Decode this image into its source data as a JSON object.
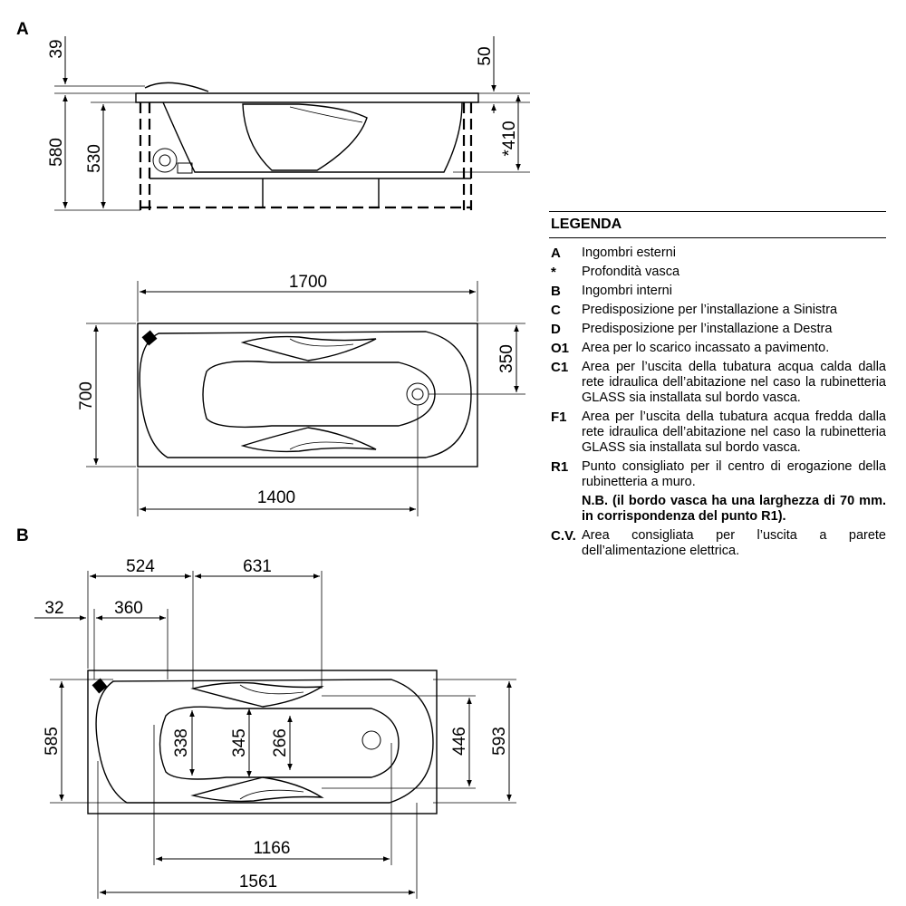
{
  "sections": {
    "a": "A",
    "b": "B"
  },
  "dims_a_side": {
    "d39": "39",
    "d580": "580",
    "d530": "530",
    "d50": "50",
    "d410": "*410"
  },
  "dims_a_plan": {
    "d1700": "1700",
    "d700": "700",
    "d350": "350",
    "d1400": "1400"
  },
  "dims_b_plan": {
    "d524": "524",
    "d631": "631",
    "d32": "32",
    "d360": "360",
    "d585": "585",
    "d338": "338",
    "d345": "345",
    "d266": "266",
    "d446": "446",
    "d593": "593",
    "d1166": "1166",
    "d1561": "1561"
  },
  "legend": {
    "title": "LEGENDA",
    "items": [
      {
        "code": "A",
        "text": "Ingombri esterni"
      },
      {
        "code": "*",
        "text": "Profondità vasca"
      },
      {
        "code": "B",
        "text": "Ingombri interni"
      },
      {
        "code": "C",
        "text": "Predisposizione per l’installazione a Sinistra"
      },
      {
        "code": "D",
        "text": "Predisposizione per l’installazione a Destra"
      },
      {
        "code": "O1",
        "text": "Area per lo scarico incassato a pavimento."
      },
      {
        "code": "C1",
        "text": "Area per l’uscita della tubatura acqua calda dalla rete idraulica dell’abitazione nel caso la rubinetteria GLASS sia installata sul bordo vasca."
      },
      {
        "code": "F1",
        "text": "Area per l’uscita della tubatura acqua fredda dalla rete idraulica dell’abitazione nel caso la rubinetteria GLASS sia installata sul bordo vasca."
      },
      {
        "code": "R1",
        "text": "Punto consigliato per il centro di erogazione della rubinetteria a muro."
      }
    ],
    "note": "N.B. (il bordo vasca ha una larghezza di 70 mm. in corrispondenza del punto R1).",
    "last": {
      "code": "C.V.",
      "text": "Area consigliata per l’uscita a parete dell’alimentazione elettrica."
    }
  }
}
